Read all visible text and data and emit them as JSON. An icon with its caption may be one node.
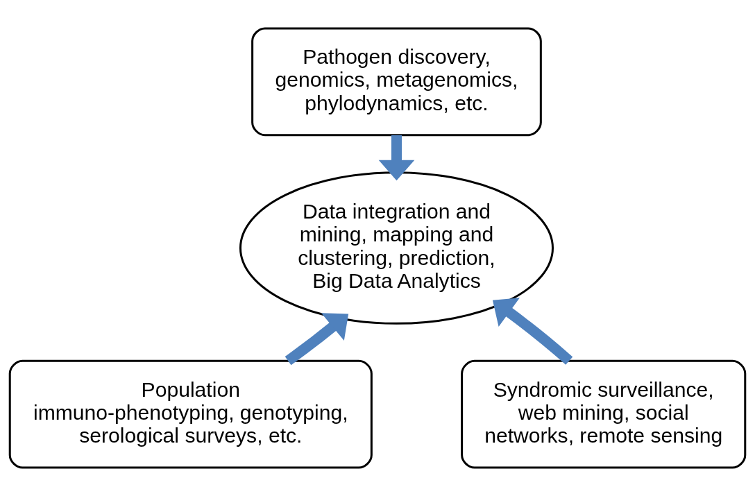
{
  "diagram": {
    "nodes": [
      {
        "text": [
          "Pathogen discovery, genomics, metagenomics, phylodynamics, etc."
        ]
      },
      {
        "text": [
          "Data integration and mining, mapping and clustering, prediction, Big Data Analytics"
        ]
      },
      {
        "text": [
          "Population immuno-phenotyping, genotyping, serological surveys, etc."
        ]
      },
      {
        "text": [
          "Syndromic surveillance, web mining, social networks, remote sensing"
        ]
      }
    ],
    "edges": [
      {
        "from": 0,
        "to": 1,
        "arrow": "to"
      },
      {
        "from": 2,
        "to": 1,
        "arrow": "to"
      },
      {
        "from": 3,
        "to": 1,
        "arrow": "to"
      }
    ]
  }
}
